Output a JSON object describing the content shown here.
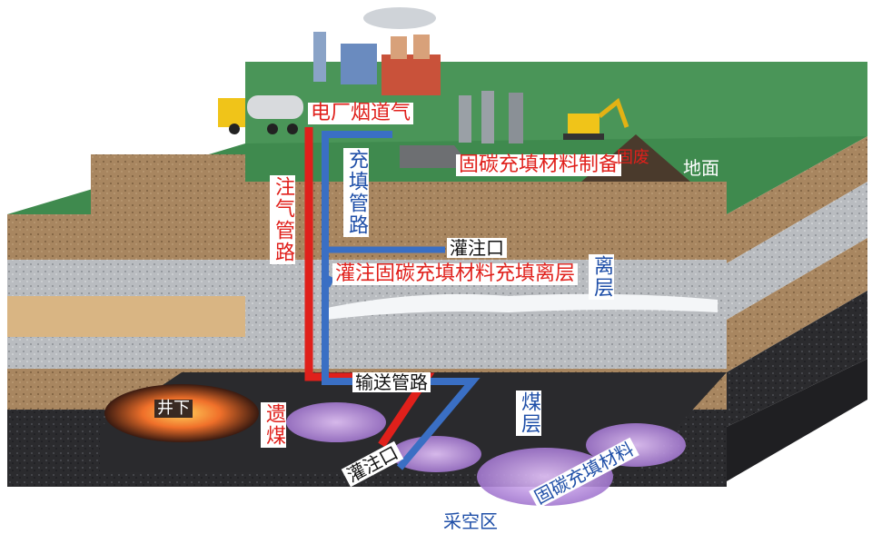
{
  "labels": {
    "flue_gas": "电厂烟道气",
    "gas_pipe": "注气管路",
    "fill_pipe": "充填管路",
    "solid_prep": "固碳充填材料制备",
    "solid_waste": "固废",
    "ground": "地面",
    "grout_port_top": "灌注口",
    "grout_sep_layer": "灌注固碳充填材料充填离层",
    "separation_layer": "离层",
    "transport_pipe": "输送管路",
    "underground": "井下",
    "residual_coal": "遗煤",
    "coal_seam": "煤层",
    "grout_port_bottom": "灌注口",
    "fill_material": "固碳充填材料",
    "goaf": "采空区"
  },
  "colors": {
    "gas_pipe": "#e0201b",
    "fill_pipe": "#3a6fc4",
    "ground_surface": "#3f8a4e",
    "fill_cloud": "#c08fe0"
  },
  "icons": [
    "power-plant-icon",
    "tanker-truck-icon",
    "mixing-plant-icon",
    "excavator-icon",
    "waste-pile-icon"
  ]
}
